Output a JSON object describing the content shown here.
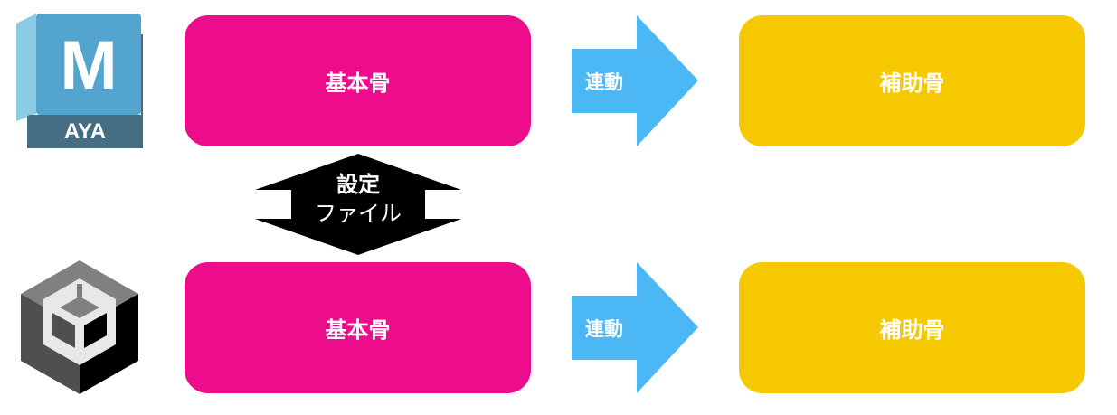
{
  "logos": {
    "maya": {
      "letter": "M",
      "text": "AYA",
      "colors": [
        "#8ccbe4",
        "#53a4cf",
        "#456e85"
      ]
    },
    "unity": {
      "colors": [
        "#808080",
        "#4f4f4f",
        "#000000",
        "#e8e8e8"
      ]
    }
  },
  "rows": [
    {
      "base_label": "基本骨",
      "link_label": "連動",
      "aux_label": "補助骨"
    },
    {
      "base_label": "基本骨",
      "link_label": "連動",
      "aux_label": "補助骨"
    }
  ],
  "shared": {
    "line1": "設定",
    "line2": "ファイル"
  },
  "colors": {
    "base": "#ec0c8c",
    "link": "#4bb8f5",
    "aux": "#f5c800",
    "shared": "#000000"
  }
}
